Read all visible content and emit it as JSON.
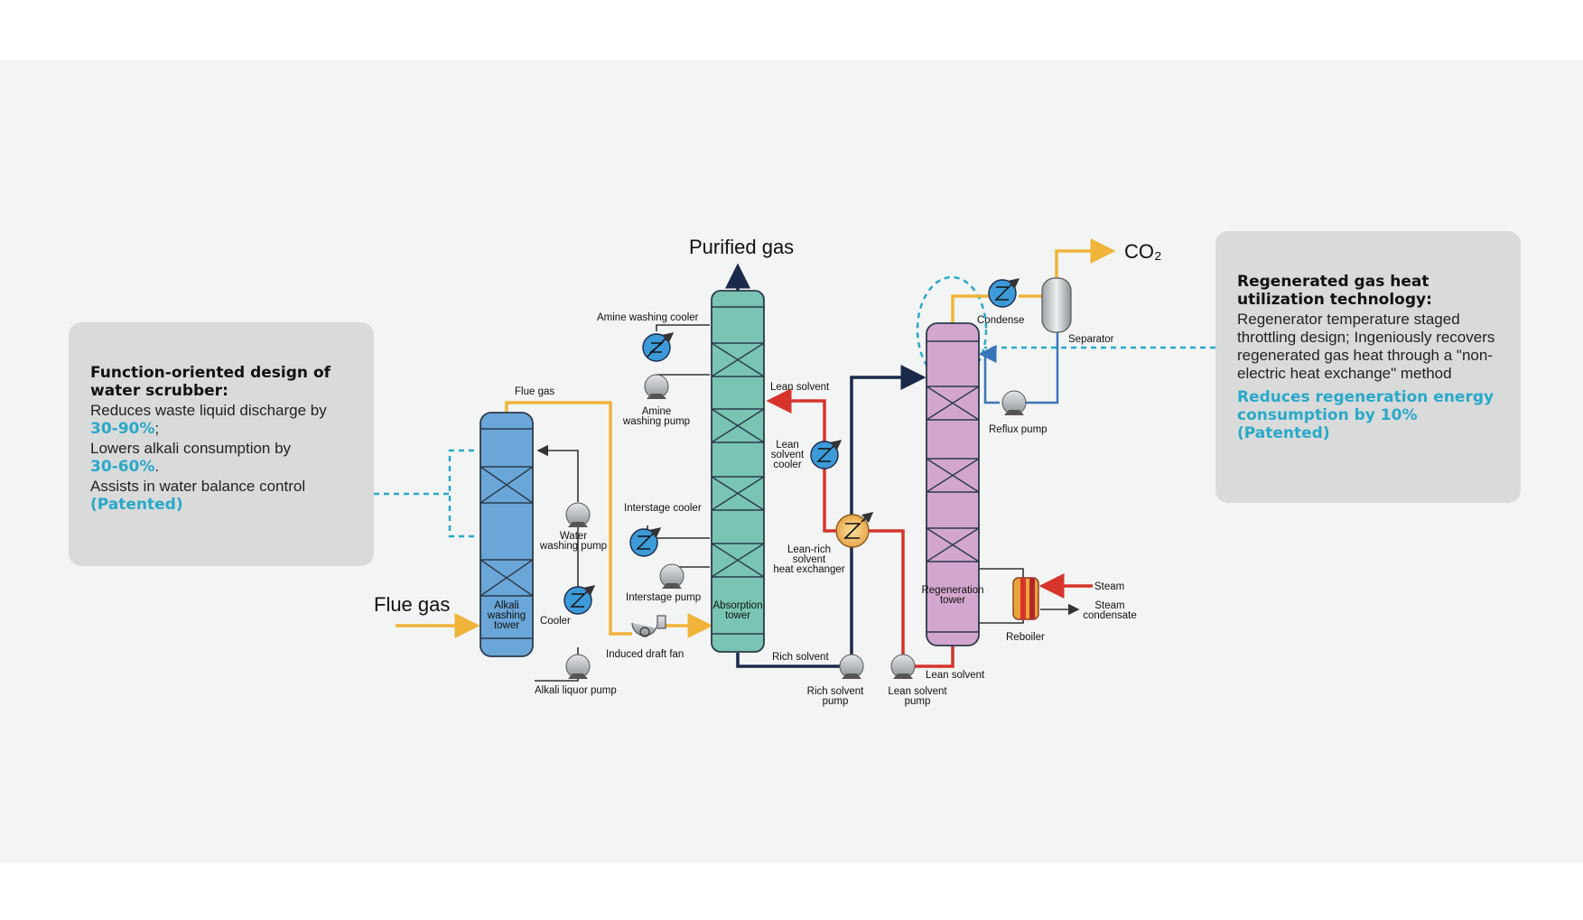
{
  "left_callout": {
    "heading": "Function-oriented design of water scrubber:",
    "line1": "Reduces waste liquid discharge by",
    "value1": "30-90%",
    "line1_end": ";",
    "line2": "Lowers alkali consumption by",
    "value2": "30-60%",
    "line2_end": ".",
    "line3": "Assists in water balance control",
    "patented": "(Patented)"
  },
  "right_callout": {
    "heading": "Regenerated gas heat utilization technology:",
    "body": "Regenerator temperature staged throttling design; Ingeniously recovers regenerated gas heat through a \"non-electric heat exchange\" method",
    "highlight": "Reduces regeneration energy consumption by 10% (Patented)"
  },
  "labels": {
    "purified_gas": "Purified gas",
    "co2": "CO₂",
    "flue_gas_in": "Flue gas",
    "flue_gas_line": "Flue gas",
    "amine_washing_cooler": "Amine washing cooler",
    "amine_washing_pump": [
      "Amine",
      "washing pump"
    ],
    "lean_solvent_top": "Lean solvent",
    "lean_solvent_cooler": [
      "Lean",
      "solvent",
      "cooler"
    ],
    "interstage_cooler": "Interstage cooler",
    "interstage_pump": "Interstage pump",
    "lean_rich_hx": [
      "Lean-rich",
      "solvent",
      "heat exchanger"
    ],
    "absorption_tower": [
      "Absorption",
      "tower"
    ],
    "alkali_washing_tower": [
      "Alkali",
      "washing",
      "tower"
    ],
    "water_washing_pump": [
      "Water",
      "washing pump"
    ],
    "cooler": "Cooler",
    "induced_draft_fan": "Induced draft fan",
    "alkali_liquor_pump": "Alkali liquor pump",
    "rich_solvent": "Rich solvent",
    "rich_solvent_pump": [
      "Rich solvent",
      "pump"
    ],
    "lean_solvent_pump": [
      "Lean solvent",
      "pump"
    ],
    "lean_solvent_bottom": "Lean solvent",
    "condense": "Condense",
    "separator": "Separator",
    "reflux_pump": "Reflux pump",
    "regeneration_tower": [
      "Regeneration",
      "tower"
    ],
    "steam": "Steam",
    "steam_condensate": [
      "Steam",
      "condensate"
    ],
    "reboiler": "Reboiler"
  },
  "colors": {
    "background_band": "#f3f4f4",
    "callout_bg": "#d9dada",
    "highlight": "#29a9c9",
    "alkali_tower": "#6aa6d8",
    "absorption_tower": "#79c4b2",
    "regeneration_tower": "#d3a6cf",
    "flue_gas_line": "#f0b43a",
    "lean_line": "#d6342b",
    "rich_line": "#1b2a4a",
    "water_line": "#3a74b8",
    "dashed": "#29a9c9"
  }
}
